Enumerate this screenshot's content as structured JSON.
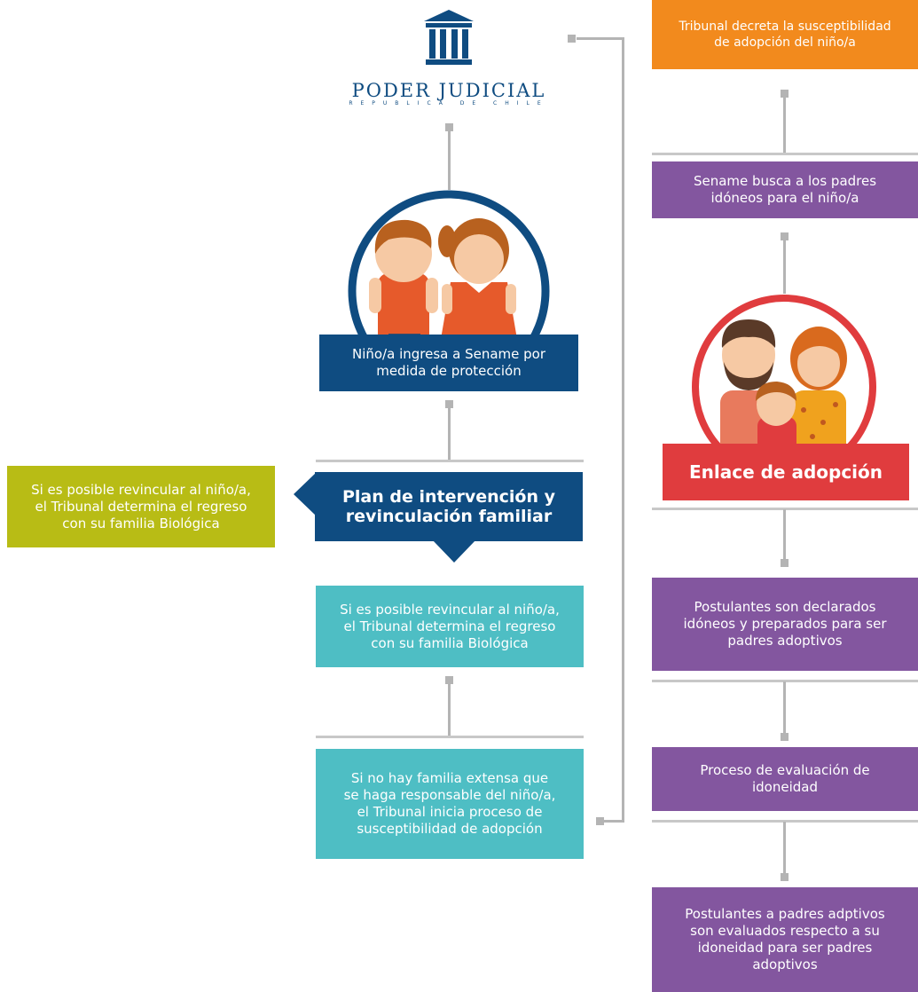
{
  "logo": {
    "name": "PODER JUDICIAL",
    "subtitle": "REPUBLICA DE CHILE"
  },
  "left_flow": {
    "ingreso": "Niño/a ingresa a Sename por\nmedida de protección",
    "plan": "Plan de intervención y\nrevinculación familiar",
    "regreso_side": "Si es posible revincular al niño/a,\nel Tribunal determina el regreso\ncon su familia Biológica",
    "regreso": "Si es posible revincular al niño/a,\nel Tribunal determina el regreso\ncon su familia Biológica",
    "susceptibilidad": "Si no hay familia extensa que\nse haga responsable del niño/a,\nel Tribunal inicia proceso de\nsusceptibilidad de adopción"
  },
  "right_flow": {
    "decreta": "Tribunal decreta la susceptibilidad\nde adopción del niño/a",
    "busca": "Sename busca a los padres\nidóneos para el niño/a",
    "enlace": "Enlace de adopción",
    "declarados": "Postulantes son declarados\nidóneos y preparados para ser\npadres adoptivos",
    "evaluacion": "Proceso de evaluación de\nidoneidad",
    "evaluados": "Postulantes a padres adptivos\nson evaluados respecto a su\nidoneidad para ser padres\nadoptivos"
  },
  "colors": {
    "orange": "#f28a1d",
    "purple": "#83569f",
    "navy": "#0f4c81",
    "teal": "#4ebec4",
    "lime": "#b8bc15",
    "red": "#e03c3e",
    "connector": "#b4b4b4"
  },
  "icons": [
    "courthouse-icon",
    "children-illustration-icon",
    "family-illustration-icon"
  ]
}
